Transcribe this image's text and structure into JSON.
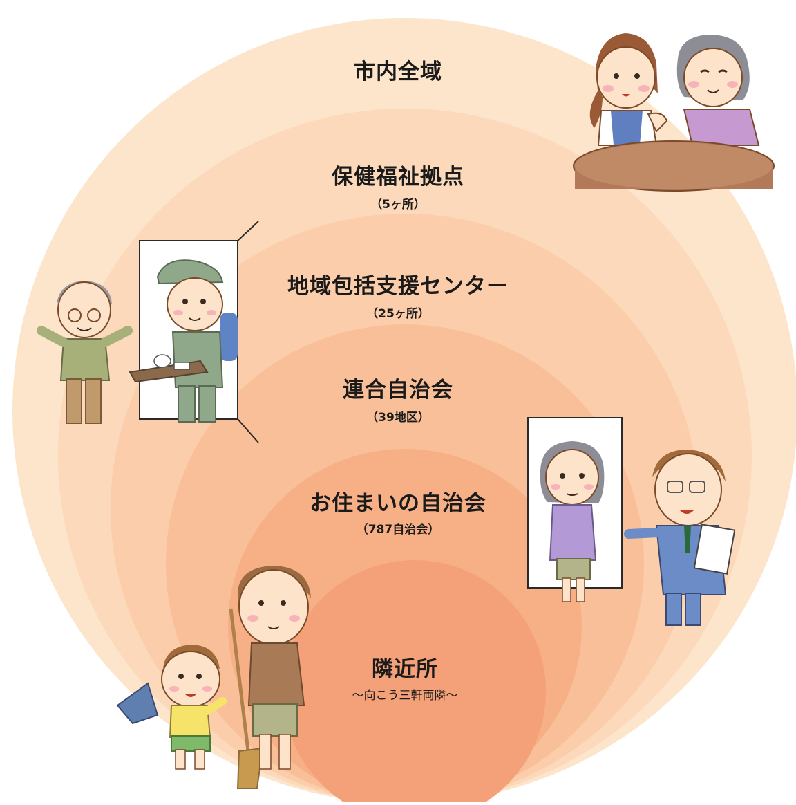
{
  "colors": {
    "ring_1": "#fde5cc",
    "ring_2": "#fcd9ba",
    "ring_3": "#fbcdaa",
    "ring_4": "#f9bf98",
    "ring_5": "#f7b086",
    "ring_6": "#f4a179",
    "text": "#1a1a1a"
  },
  "levels": [
    {
      "title": "市内全域",
      "subtitle": ""
    },
    {
      "title": "保健福祉拠点",
      "subtitle": "（5ヶ所）"
    },
    {
      "title": "地域包括支援センター",
      "subtitle": "（25ヶ所）"
    },
    {
      "title": "連合自治会",
      "subtitle": "（39地区）"
    },
    {
      "title": "お住まいの自治会",
      "subtitle": "（787自治会）"
    },
    {
      "title": "隣近所",
      "subtitle": "〜向こう三軒両隣〜"
    }
  ],
  "illustrations": [
    {
      "name": "staff-and-elderly-at-table"
    },
    {
      "name": "meal-delivery-to-elderly-man"
    },
    {
      "name": "neighborhood-association-visit"
    },
    {
      "name": "child-and-woman-sweeping"
    }
  ]
}
